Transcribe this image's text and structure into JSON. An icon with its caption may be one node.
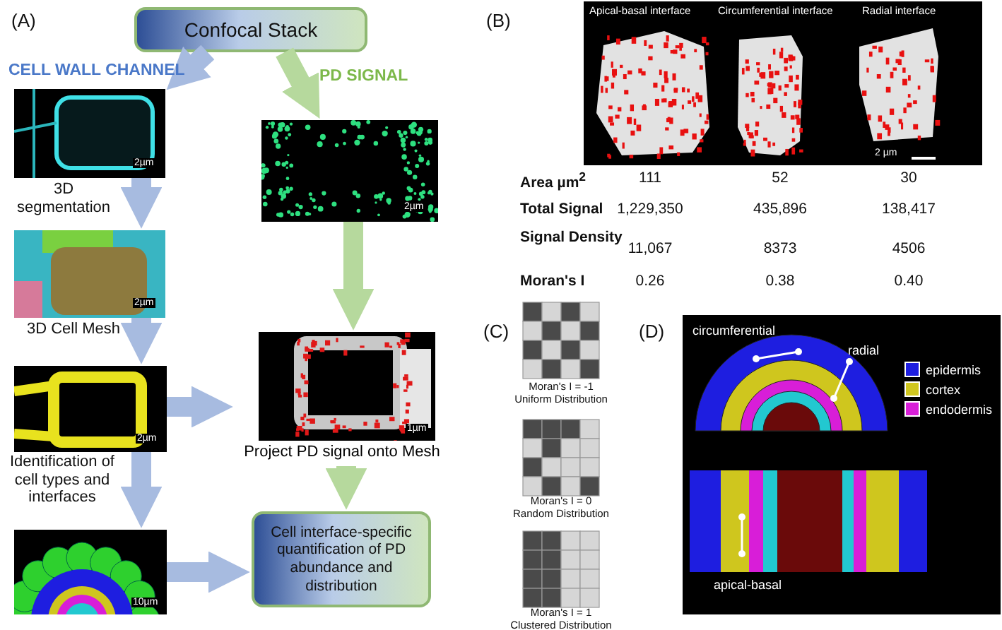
{
  "diagram": {
    "nodes": [
      {
        "text": [
          "Confocal Stack"
        ]
      },
      {
        "text": [],
        "shape": "picture"
      },
      {
        "text": [],
        "shape": "picture"
      },
      {
        "text": [],
        "shape": "picture"
      },
      {
        "text": [],
        "shape": "picture"
      },
      {
        "text": [],
        "shape": "picture"
      },
      {
        "text": [],
        "shape": "picture",
        "beside": [
          "Project PD signal onto Mesh"
        ]
      },
      {
        "text": [
          "Cell interface-specific quantification of PD abundance and distribution"
        ]
      }
    ],
    "edges": [
      {
        "from": 0,
        "to": 1,
        "arrow": "to",
        "label": "CELL WALL CHANNEL"
      },
      {
        "from": 0,
        "to": 2,
        "arrow": "to",
        "label": "PD SIGNAL",
        "color": "#b6d99d"
      },
      {
        "from": 1,
        "to": 3,
        "arrow": "to",
        "label": "3D segmentation"
      },
      {
        "from": 3,
        "to": 4,
        "arrow": "to",
        "label": "3D Cell Mesh"
      },
      {
        "from": 4,
        "to": 5,
        "arrow": "to",
        "label": "Identification of cell types and interfaces"
      },
      {
        "from": 4,
        "to": 6,
        "arrow": "to"
      },
      {
        "from": 2,
        "to": 6,
        "arrow": "to",
        "color": "#b6d99d"
      },
      {
        "from": 6,
        "to": 7,
        "arrow": "to",
        "color": "#b6d99d"
      },
      {
        "from": 5,
        "to": 7,
        "arrow": "to"
      }
    ],
    "labels": [
      "(A)",
      "2µm",
      "2µm",
      "2µm",
      "2µm",
      "10µm",
      "1µm",
      "(B)",
      "Apical-basal interface",
      "Circumferential interface",
      "Radial interface",
      "2 µm",
      "Area µm$^{2}$",
      "111",
      "52",
      "30",
      "Total Signal",
      "1,229,350",
      "435,896",
      "138,417",
      "Signal Density",
      "11,067",
      "8373",
      "4506",
      "Moran's I",
      "0.26",
      "0.38",
      "0.40",
      "(C)",
      "Moran's I = -1",
      "Uniform Distribution",
      "Moran's I = 0",
      "Random Distribution",
      "Moran's I = 1",
      "Clustered Distribution",
      "(D)",
      "circumferential",
      "radial",
      "apical-basal"
    ],
    "legend": [
      {
        "text": "epidermis",
        "color": "#1e1ee0"
      },
      {
        "text": "cortex",
        "color": "#cfc61e"
      },
      {
        "text": "endodermis",
        "color": "#d81ed8"
      }
    ]
  }
}
